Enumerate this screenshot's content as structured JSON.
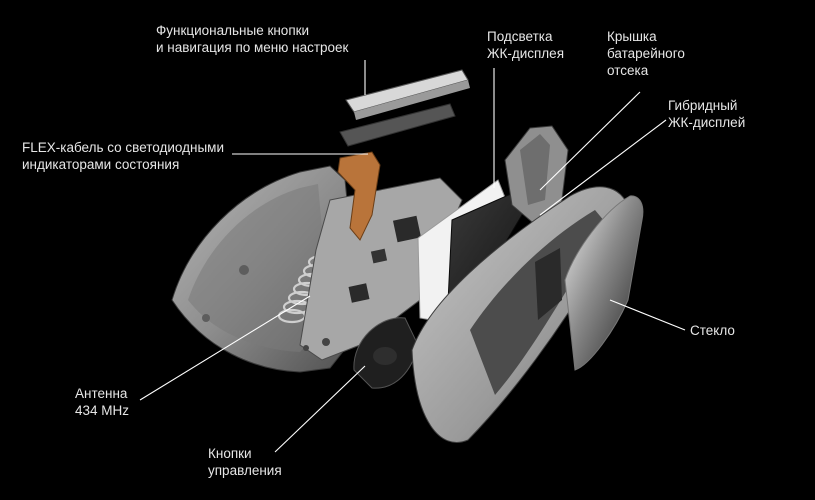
{
  "diagram": {
    "labels": {
      "function_buttons": [
        "Функциональные кнопки",
        "и навигация по меню настроек"
      ],
      "lcd_backlight": [
        "Подсветка",
        "ЖК-дисплея"
      ],
      "battery_cover": [
        "Крышка",
        "батарейного",
        "отсека"
      ],
      "hybrid_lcd": [
        "Гибридный",
        "ЖК-дисплей"
      ],
      "flex_cable": [
        "FLEX-кабель со светодиодными",
        "индикаторами состояния"
      ],
      "glass": [
        "Стекло"
      ],
      "antenna": [
        "Антенна",
        "434 MHz"
      ],
      "control_buttons": [
        "Кнопки",
        "управления"
      ]
    },
    "colors": {
      "background": "#000000",
      "text": "#e6e6e6",
      "leader_line": "#ffffff",
      "housing": "#8e8e8e",
      "pcb": "#a7a7a7",
      "copper_flex": "#b9743a"
    }
  }
}
